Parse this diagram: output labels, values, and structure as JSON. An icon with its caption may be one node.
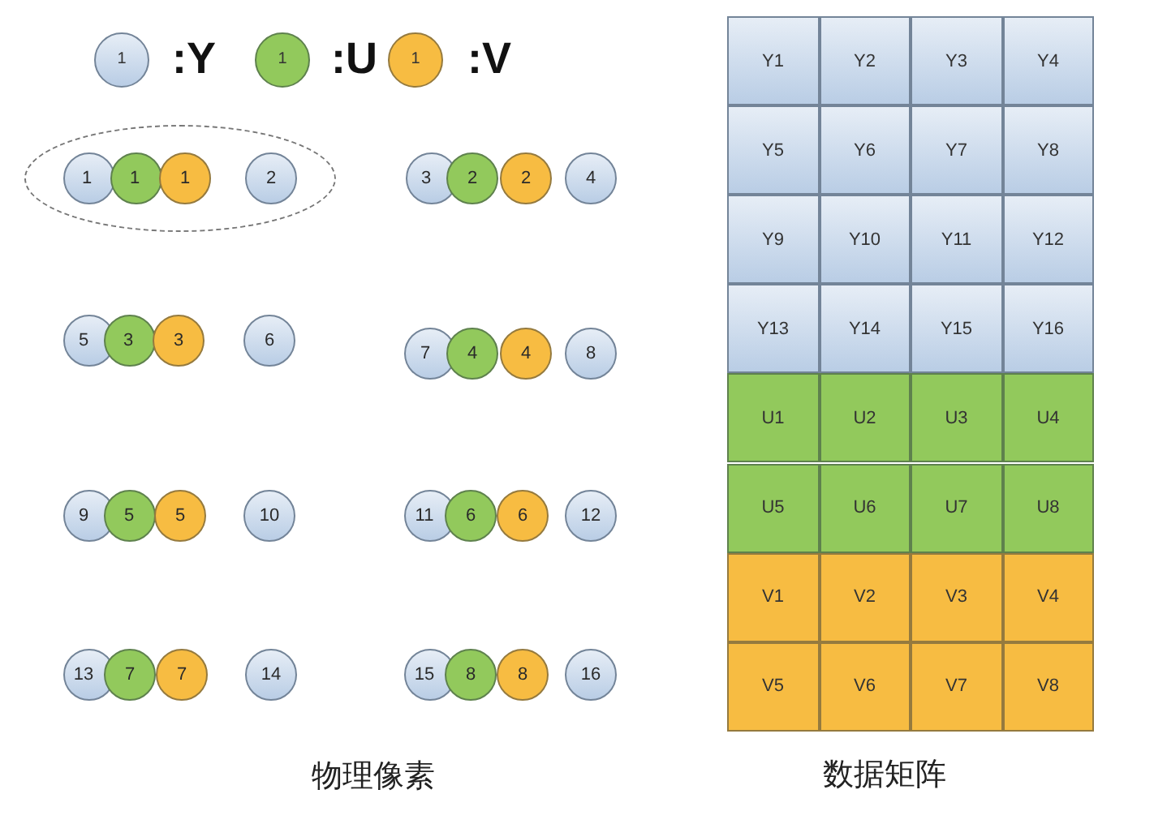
{
  "diagram": {
    "nodes": [
      {
        "text": [],
        "shape": "ellipse"
      },
      {
        "text": [
          "1"
        ],
        "in": 0
      },
      {
        "text": [
          "1"
        ],
        "in": 0
      },
      {
        "text": [
          "1"
        ],
        "in": 0
      },
      {
        "text": [
          "2"
        ],
        "in": 0
      },
      {
        "text": [
          "3"
        ]
      },
      {
        "text": [
          "2"
        ]
      },
      {
        "text": [
          "2"
        ]
      },
      {
        "text": [
          "4"
        ]
      },
      {
        "text": [
          "5"
        ]
      },
      {
        "text": [
          "3"
        ]
      },
      {
        "text": [
          "3"
        ]
      },
      {
        "text": [
          "6"
        ]
      },
      {
        "text": [
          "7"
        ]
      },
      {
        "text": [
          "4"
        ]
      },
      {
        "text": [
          "4"
        ]
      },
      {
        "text": [
          "8"
        ]
      },
      {
        "text": [
          "9"
        ]
      },
      {
        "text": [
          "5"
        ]
      },
      {
        "text": [
          "5"
        ]
      },
      {
        "text": [
          "10"
        ]
      },
      {
        "text": [
          "11"
        ]
      },
      {
        "text": [
          "6"
        ]
      },
      {
        "text": [
          "6"
        ]
      },
      {
        "text": [
          "12"
        ]
      },
      {
        "text": [
          "13"
        ]
      },
      {
        "text": [
          "7"
        ]
      },
      {
        "text": [
          "7"
        ]
      },
      {
        "text": [
          "14"
        ]
      },
      {
        "text": [
          "15"
        ]
      },
      {
        "text": [
          "8"
        ]
      },
      {
        "text": [
          "8"
        ]
      },
      {
        "text": [
          "16"
        ]
      },
      {
        "text": [
          "Y1"
        ]
      },
      {
        "text": [
          "Y2"
        ]
      },
      {
        "text": [
          "Y3"
        ]
      },
      {
        "text": [
          "Y4"
        ]
      },
      {
        "text": [
          "Y5"
        ]
      },
      {
        "text": [
          "Y6"
        ]
      },
      {
        "text": [
          "Y7"
        ]
      },
      {
        "text": [
          "Y8"
        ]
      },
      {
        "text": [
          "Y9"
        ]
      },
      {
        "text": [
          "Y10"
        ]
      },
      {
        "text": [
          "Y11"
        ]
      },
      {
        "text": [
          "Y12"
        ]
      },
      {
        "text": [
          "Y13"
        ]
      },
      {
        "text": [
          "Y14"
        ]
      },
      {
        "text": [
          "Y15"
        ]
      },
      {
        "text": [
          "Y16"
        ]
      },
      {
        "text": [
          "U1"
        ]
      },
      {
        "text": [
          "U2"
        ]
      },
      {
        "text": [
          "U3"
        ]
      },
      {
        "text": [
          "U4"
        ]
      },
      {
        "text": [
          "U5"
        ]
      },
      {
        "text": [
          "U6"
        ]
      },
      {
        "text": [
          "U7"
        ]
      },
      {
        "text": [
          "U8"
        ]
      },
      {
        "text": [
          "V1"
        ]
      },
      {
        "text": [
          "V2"
        ]
      },
      {
        "text": [
          "V3"
        ]
      },
      {
        "text": [
          "V4"
        ]
      },
      {
        "text": [
          "V5"
        ]
      },
      {
        "text": [
          "V6"
        ]
      },
      {
        "text": [
          "V7"
        ]
      },
      {
        "text": [
          "V8"
        ]
      }
    ],
    "labels": [
      "1",
      "1",
      "1",
      "物理像素",
      "数据矩阵"
    ],
    "legend": [
      {
        "text": ":Y",
        "color": "#b9cde5"
      },
      {
        "text": ":U",
        "color": "#92c95c"
      },
      {
        "text": ":V",
        "color": "#f7bc42"
      }
    ]
  }
}
